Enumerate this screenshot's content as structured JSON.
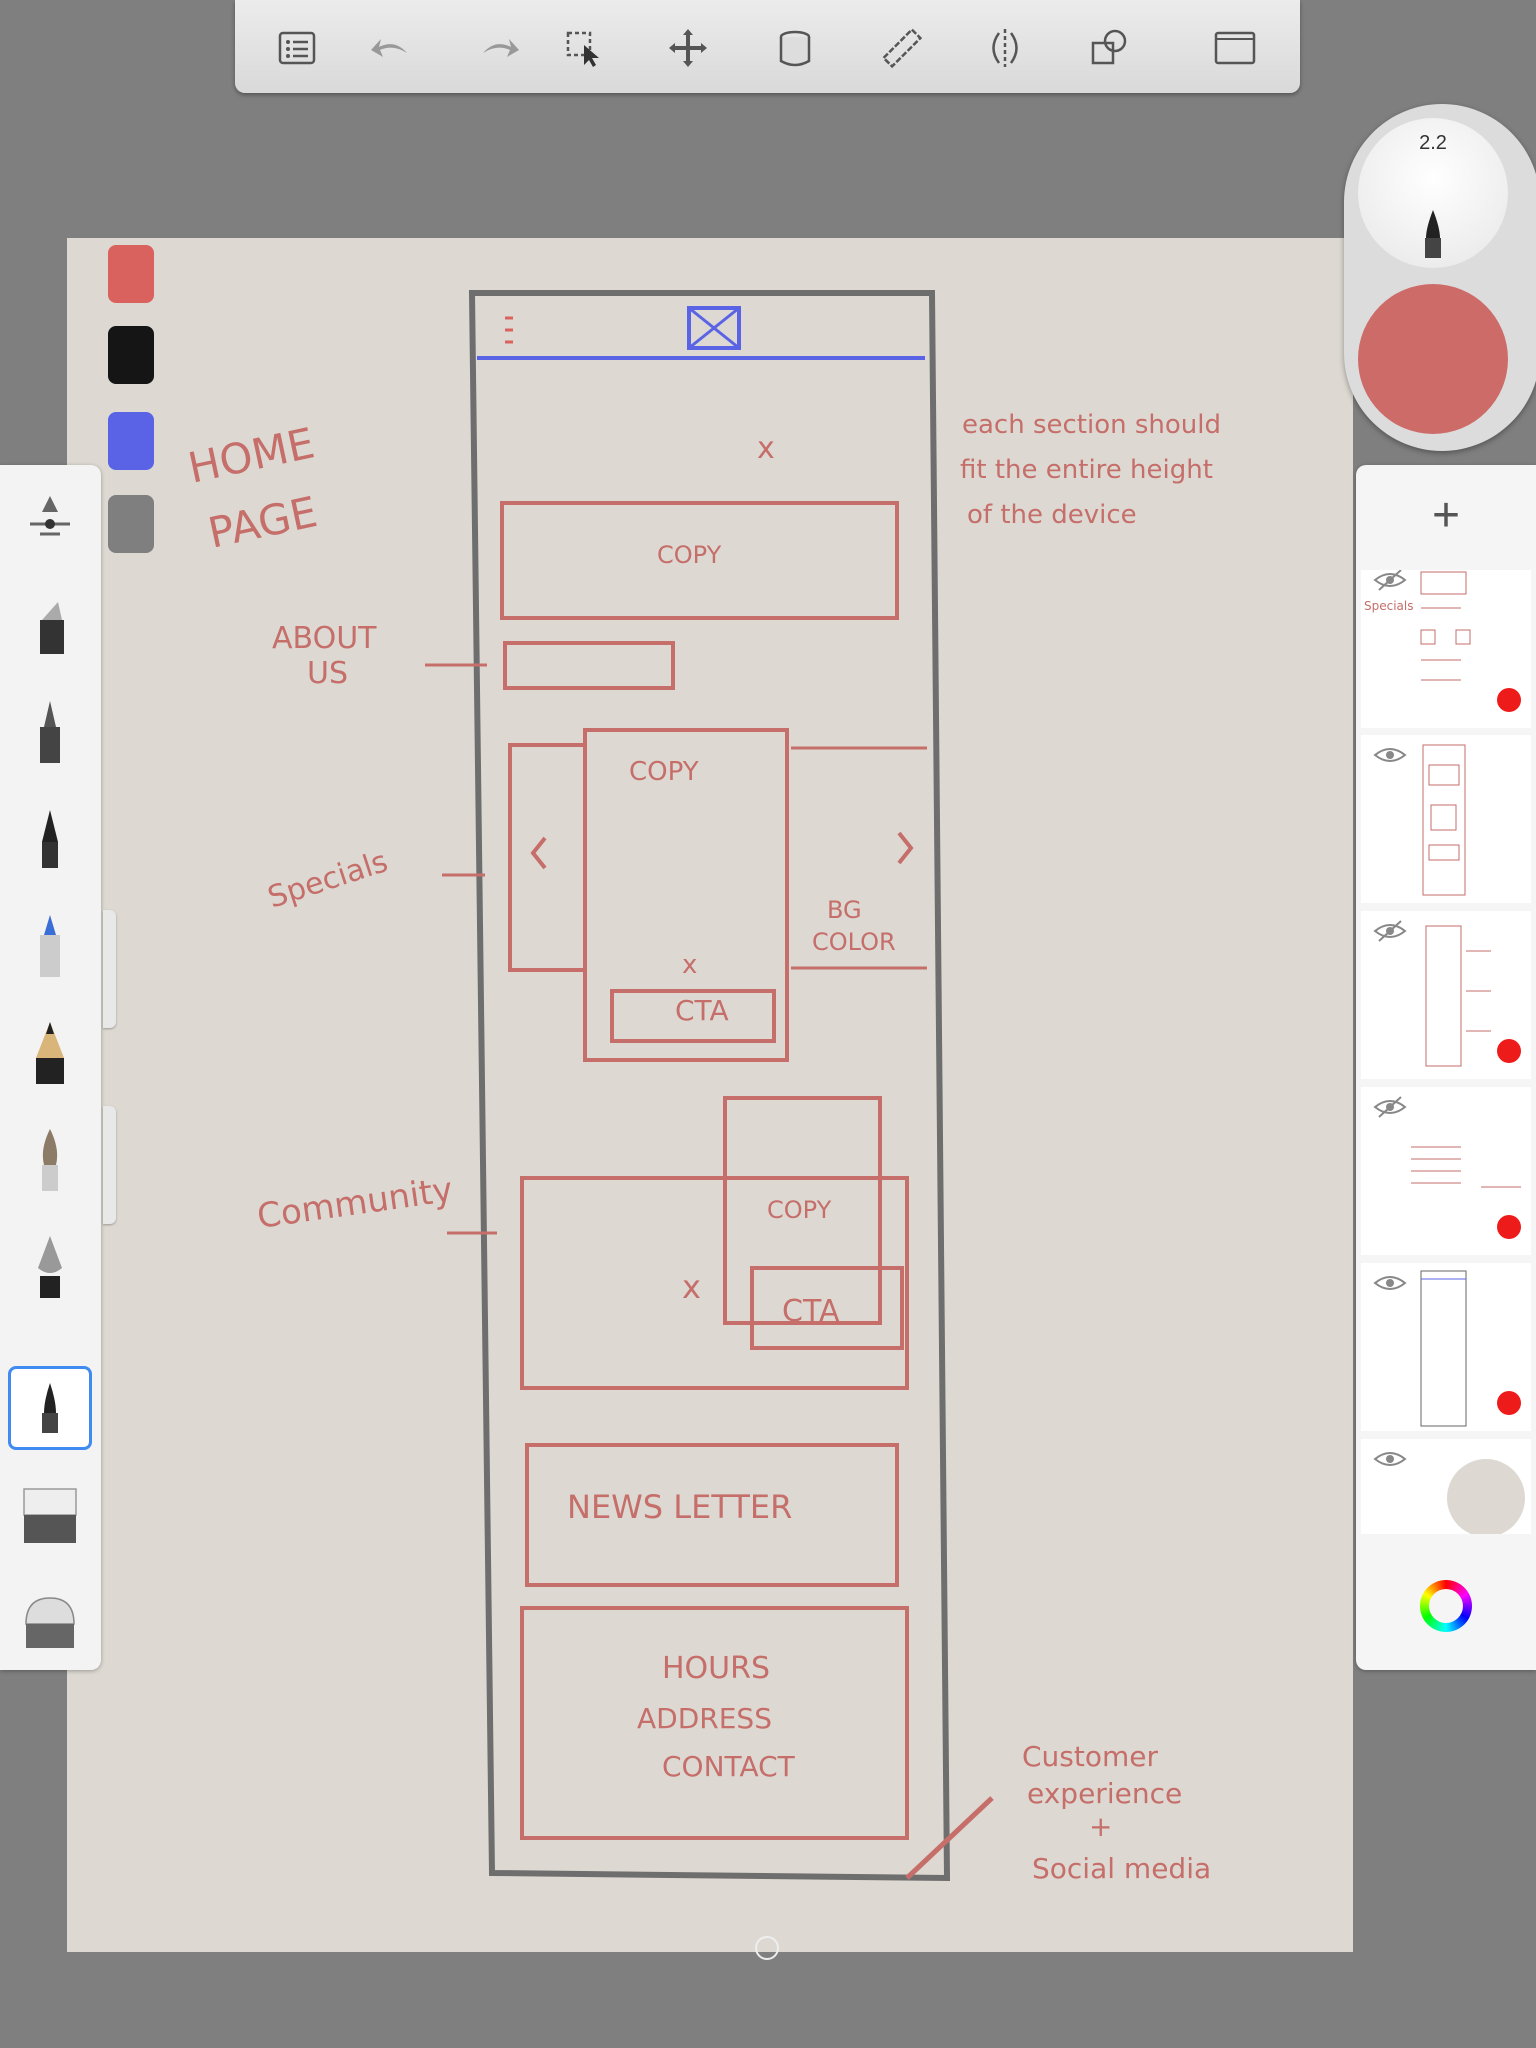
{
  "toolbar": {
    "items": [
      "list-icon",
      "undo-icon",
      "redo-icon",
      "selection-icon",
      "transform-icon",
      "fill-icon",
      "ruler-icon",
      "symmetry-icon",
      "shapes-icon",
      "fullscreen-icon"
    ]
  },
  "brush": {
    "size": "2.2",
    "color": "#cd6b68"
  },
  "swatches": [
    "#d9625e",
    "#151515",
    "#5a63e6",
    "#7f7f7f"
  ],
  "tools": [
    "slider",
    "airbrush",
    "technical-pen",
    "fineliner",
    "ink-pen",
    "marker",
    "pencil",
    "paintbrush",
    "fountain-pen",
    "brush-pen",
    "eraser",
    "blender"
  ],
  "selected_tool": "brush-pen",
  "sketch": {
    "title_line1": "HOME",
    "title_line2": "PAGE",
    "note_line1": "each section should",
    "note_line2": "fit the entire height",
    "note_line3": "of the device",
    "about_line1": "ABOUT",
    "about_line2": "US",
    "specials": "Specials",
    "community": "Community",
    "copy1": "COPY",
    "copy2": "COPY",
    "copy3": "COPY",
    "cta1": "CTA",
    "cta2": "CTA",
    "bg_line1": "BG",
    "bg_line2": "COLOR",
    "newsletter": "NEWS LETTER",
    "hours_line1": "HOURS",
    "hours_line2": "ADDRESS",
    "hours_line3": "CONTACT",
    "cx_line1": "Customer",
    "cx_line2": "experience",
    "cx_line3": "+",
    "cx_line4": "Social media",
    "x_mark": "x"
  },
  "layers": {
    "add_label": "+",
    "items": [
      {
        "visible": false,
        "has_dot": true,
        "label": "Specials"
      },
      {
        "visible": true,
        "has_dot": false
      },
      {
        "visible": false,
        "has_dot": true
      },
      {
        "visible": false,
        "has_dot": true
      },
      {
        "visible": true,
        "has_dot": true
      },
      {
        "visible": true,
        "has_dot": false
      }
    ],
    "background_color": "#ddd9d2"
  }
}
